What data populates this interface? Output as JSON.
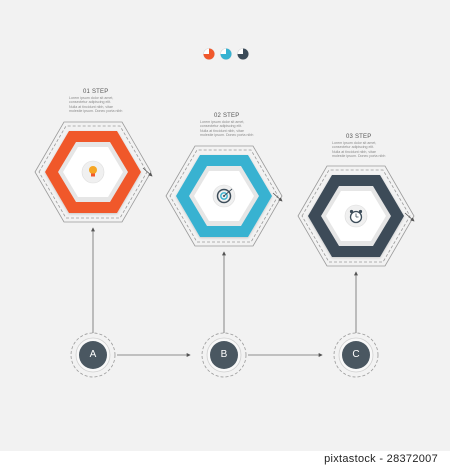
{
  "colors": {
    "orange": "#f0582c",
    "blue": "#37b2d1",
    "dark": "#3c4c59",
    "node": "#4a5761",
    "line": "#6b6b6b",
    "dash": "#9a9a9a",
    "background": "#f2f2f2"
  },
  "steps": [
    {
      "title": "01 STEP",
      "text": [
        "Lorem ipsum dolor sit amet,",
        "consectetur adipiscing elit.",
        "Nulla at tincidunt nibh, vitae",
        "molestie ipsum. Donec porta nibh"
      ],
      "icon": "lightbulb-icon",
      "color": "orange"
    },
    {
      "title": "02 STEP",
      "text": [
        "Lorem ipsum dolor sit amet,",
        "consectetur adipiscing elit.",
        "Nulla at tincidunt nibh, vitae",
        "molestie ipsum. Donec porta nibh"
      ],
      "icon": "target-icon",
      "color": "blue"
    },
    {
      "title": "03 STEP",
      "text": [
        "Lorem ipsum dolor sit amet,",
        "consectetur adipiscing elit.",
        "Nulla at tincidunt nibh, vitae",
        "molestie ipsum. Donec porta nibh"
      ],
      "icon": "alarm-clock-icon",
      "color": "dark"
    }
  ],
  "nodes": [
    "A",
    "B",
    "C"
  ],
  "footer": {
    "text": "pixtastock  -  28372007"
  }
}
